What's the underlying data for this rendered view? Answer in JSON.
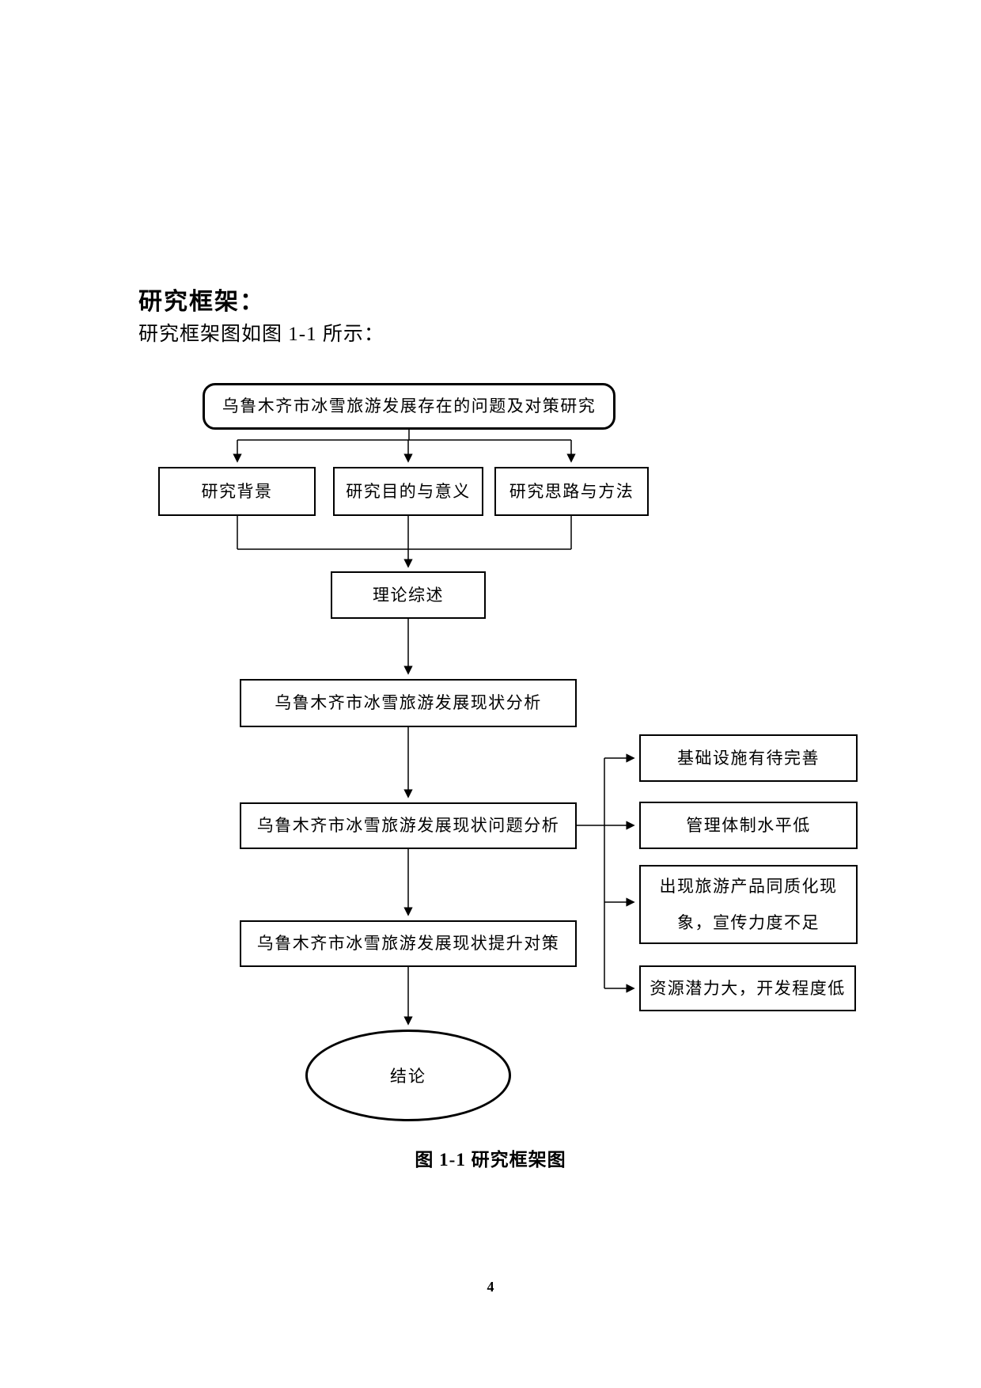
{
  "page": {
    "heading": "研究框架：",
    "intro": "研究框架图如图 1-1 所示：",
    "figure_caption": "图 1-1 研究框架图",
    "page_number": "4"
  },
  "flowchart": {
    "title_box": "乌鲁木齐市冰雪旅游发展存在的问题及对策研究",
    "branch_boxes": [
      {
        "label": "研究背景"
      },
      {
        "label": "研究目的与意义"
      },
      {
        "label": "研究思路与方法"
      }
    ],
    "theory_box": "理论综述",
    "status_box": "乌鲁木齐市冰雪旅游发展现状分析",
    "problem_box": "乌鲁木齐市冰雪旅游发展现状问题分析",
    "strategy_box": "乌鲁木齐市冰雪旅游发展现状提升对策",
    "issue_boxes": [
      {
        "label": "基础设施有待完善"
      },
      {
        "label": "管理体制水平低"
      },
      {
        "label": "出现旅游产品同质化现象，宣传力度不足"
      },
      {
        "label": "资源潜力大，开发程度低"
      }
    ],
    "conclusion_ellipse": "结论",
    "line_color": "#000000",
    "background_color": "#ffffff"
  }
}
